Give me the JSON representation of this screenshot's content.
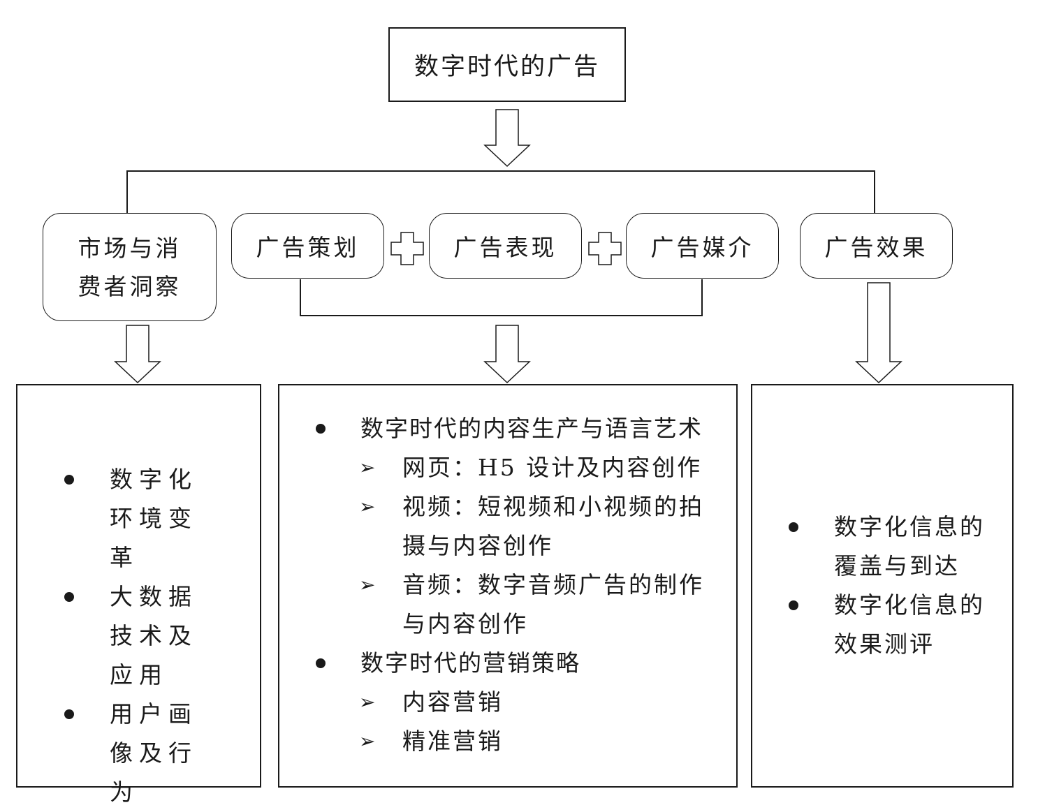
{
  "root": {
    "label": "数字时代的广告"
  },
  "categories": {
    "market": "市场与消费者洞察",
    "planning": "广告策划",
    "expression": "广告表现",
    "media": "广告媒介",
    "effect": "广告效果"
  },
  "left_panel": {
    "items": [
      "数字化环境变革",
      "大数据技术及应用",
      "用户画像及行为"
    ]
  },
  "middle_panel": {
    "sections": [
      {
        "heading": "数字时代的内容生产与语言艺术",
        "subs": [
          "网页：H5 设计及内容创作",
          "视频：短视频和小视频的拍摄与内容创作",
          "音频：数字音频广告的制作与内容创作"
        ]
      },
      {
        "heading": "数字时代的营销策略",
        "subs": [
          "内容营销",
          "精准营销"
        ]
      }
    ]
  },
  "right_panel": {
    "items": [
      "数字化信息的覆盖与到达",
      "数字化信息的效果测评"
    ]
  },
  "icons": {
    "bullet": "bullet-dot-icon",
    "sub_bullet": "arrowhead-icon",
    "flow": "hollow-down-arrow-icon",
    "join": "plus-icon"
  },
  "colors": {
    "line": "#1a1a1a",
    "background": "#ffffff"
  }
}
